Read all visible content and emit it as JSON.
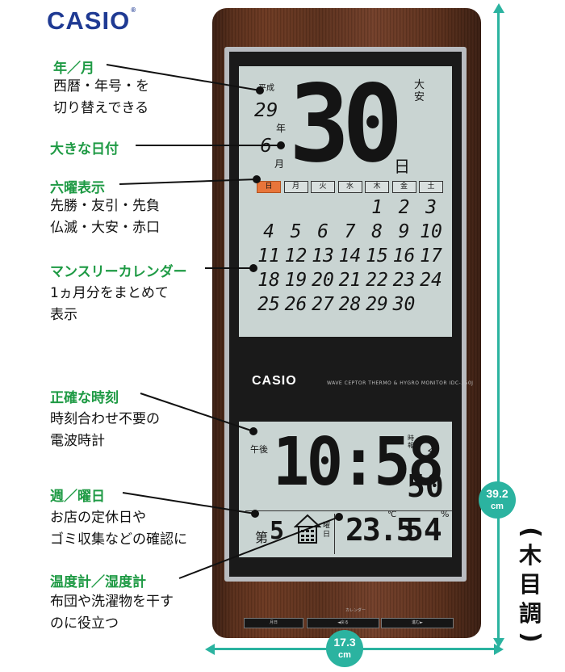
{
  "logo": "CASIO",
  "annotations": [
    {
      "title": "年／月",
      "desc": [
        "西暦・年号・を",
        "切り替えできる"
      ]
    },
    {
      "title": "大きな日付",
      "desc": []
    },
    {
      "title": "六曜表示",
      "desc": [
        "先勝・友引・先負",
        "仏滅・大安・赤口"
      ]
    },
    {
      "title": "マンスリーカレンダー",
      "desc": [
        "1ヵ月分をまとめて",
        "表示"
      ]
    },
    {
      "title": "正確な時刻",
      "desc": [
        "時刻合わせ不要の",
        "電波時計"
      ]
    },
    {
      "title": "週／曜日",
      "desc": [
        "お店の定休日や",
        "ゴミ収集などの確認に"
      ]
    },
    {
      "title": "温度計／湿度計",
      "desc": [
        "布団や洗濯物を干す",
        "のに役立つ"
      ]
    }
  ],
  "display": {
    "era": "平成",
    "year": "29",
    "year_unit": "年",
    "month": "6",
    "month_unit": "月",
    "day": "30",
    "day_unit": "日",
    "rokuyo": "大安",
    "weekdays": [
      "日",
      "月",
      "火",
      "水",
      "木",
      "金",
      "土"
    ],
    "calendar_rows": [
      [
        "",
        "",
        "",
        "",
        "1",
        "2",
        "3"
      ],
      [
        "4",
        "5",
        "6",
        "7",
        "8",
        "9",
        "10"
      ],
      [
        "11",
        "12",
        "13",
        "14",
        "15",
        "16",
        "17"
      ],
      [
        "18",
        "19",
        "20",
        "21",
        "22",
        "23",
        "24"
      ],
      [
        "25",
        "26",
        "27",
        "28",
        "29",
        "30",
        ""
      ]
    ],
    "brand": "CASIO",
    "tagline": "WAVE CEPTOR  THERMO & HYGRO MONITOR  IDC-350J",
    "ampm": "午後",
    "time": "10:58",
    "seconds": "50",
    "time_signal": "時報",
    "week_prefix": "第",
    "week_number": "5",
    "weekday_label": "曜日",
    "temperature": "23.5",
    "temp_unit": "℃",
    "humidity": "54",
    "hum_unit": "%",
    "buttons": [
      "月日",
      "◄戻る",
      "進む►"
    ],
    "calendar_button_label": "カレンダー"
  },
  "dimensions": {
    "height_value": "39.2",
    "width_value": "17.3",
    "unit": "cm",
    "material": [
      "木",
      "目",
      "調"
    ]
  },
  "colors": {
    "label_green": "#1e9a44",
    "dimension_teal": "#2bb3a0",
    "logo_blue": "#1f3a93",
    "sunday_orange": "#e8753a"
  }
}
